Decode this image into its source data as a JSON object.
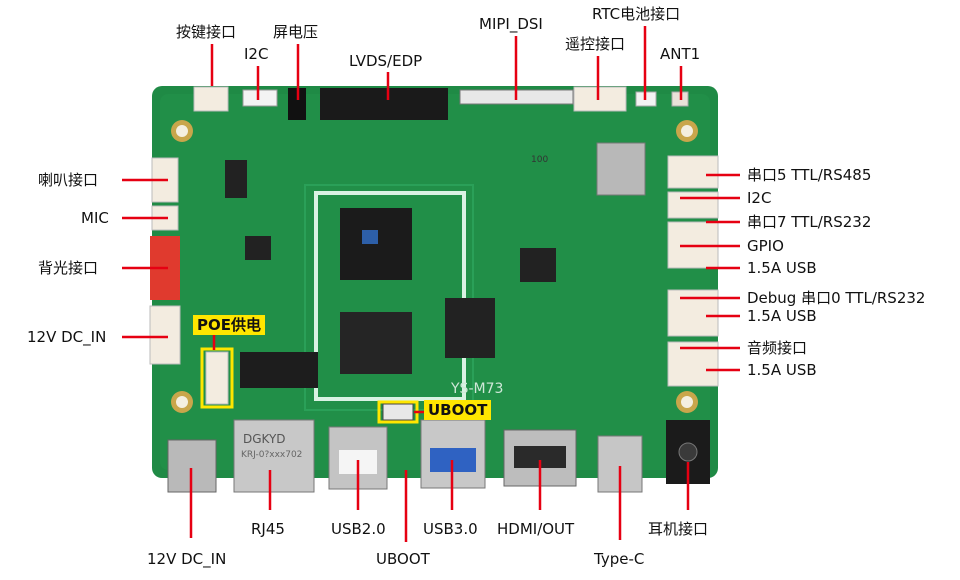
{
  "board": {
    "silkscreen_model": "YS-M73",
    "ethernet_brand": "DGKYD",
    "ethernet_part": "KRJ-0?xxx702",
    "ic_text": "100"
  },
  "labels": {
    "key_port": "按键接口",
    "i2c_top": "I2C",
    "screen_voltage": "屏电压",
    "lvds_edp": "LVDS/EDP",
    "mipi_dsi": "MIPI_DSI",
    "rtc": "RTC电池接口",
    "remote": "遥控接口",
    "ant1": "ANT1",
    "speaker": "喇叭接口",
    "mic": "MIC",
    "backlight": "背光接口",
    "dc_in_left": "12V DC_IN",
    "poe": "POE供电",
    "uboot_tag": "UBOOT",
    "uart5": "串口5  TTL/RS485",
    "i2c_right": "I2C",
    "uart7": "串口7  TTL/RS232",
    "gpio": "GPIO",
    "usb_r1": "1.5A USB",
    "debug": "Debug 串口0 TTL/RS232",
    "usb_r2": "1.5A USB",
    "audio": "音频接口",
    "usb_r3": "1.5A USB",
    "dc_in_bottom": "12V DC_IN",
    "rj45": "RJ45",
    "usb20": "USB2.0",
    "uboot_bottom": "UBOOT",
    "usb30": "USB3.0",
    "hdmi": "HDMI/OUT",
    "typec": "Type-C",
    "earphone": "耳机接口"
  },
  "colors": {
    "pcb": "#1f8a45",
    "pcb_dark": "#176b37",
    "leader": "#e60012",
    "highlight": "#ffe600"
  }
}
